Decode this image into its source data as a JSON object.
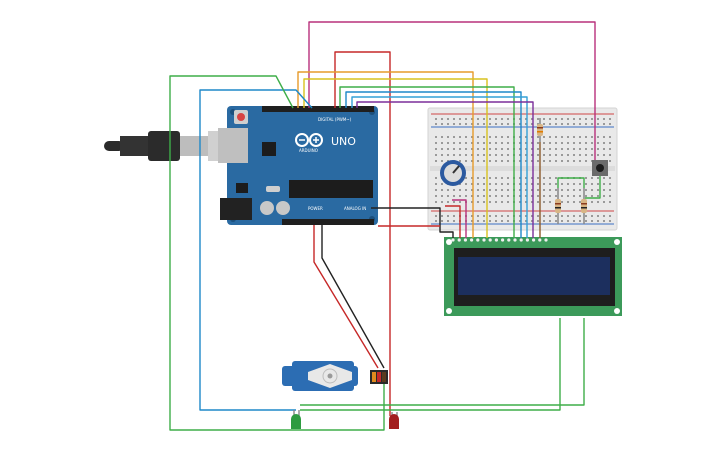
{
  "arduino": {
    "brand": "ARDUINO",
    "model": "UNO",
    "header_digital": "DIGITAL (PWM~)",
    "header_power": "POWER",
    "header_analog": "ANALOG IN",
    "board_color": "#2a6aa2",
    "label_color": "#ffffff"
  },
  "wires": {
    "magenta": "#b8307c",
    "red": "#c62828",
    "orange": "#e69b2a",
    "yellow": "#d8c21f",
    "green": "#3fae49",
    "blue": "#1e88c9",
    "cyan": "#33a0d6",
    "purple": "#7b2f9a",
    "black": "#222222",
    "brown": "#8d5a2b"
  },
  "lcd": {
    "board_color": "#3c9a5a",
    "screen_color": "#1c2f5e"
  },
  "breadboard": {
    "color": "#e9e9e9",
    "rail_red": "#d04848",
    "rail_blue": "#3b6fc3"
  },
  "leds": {
    "green": "#2e9b40",
    "red": "#a31e1e"
  },
  "servo": {
    "body_color": "#2c6db3",
    "horn_color": "#e8e8e8"
  }
}
